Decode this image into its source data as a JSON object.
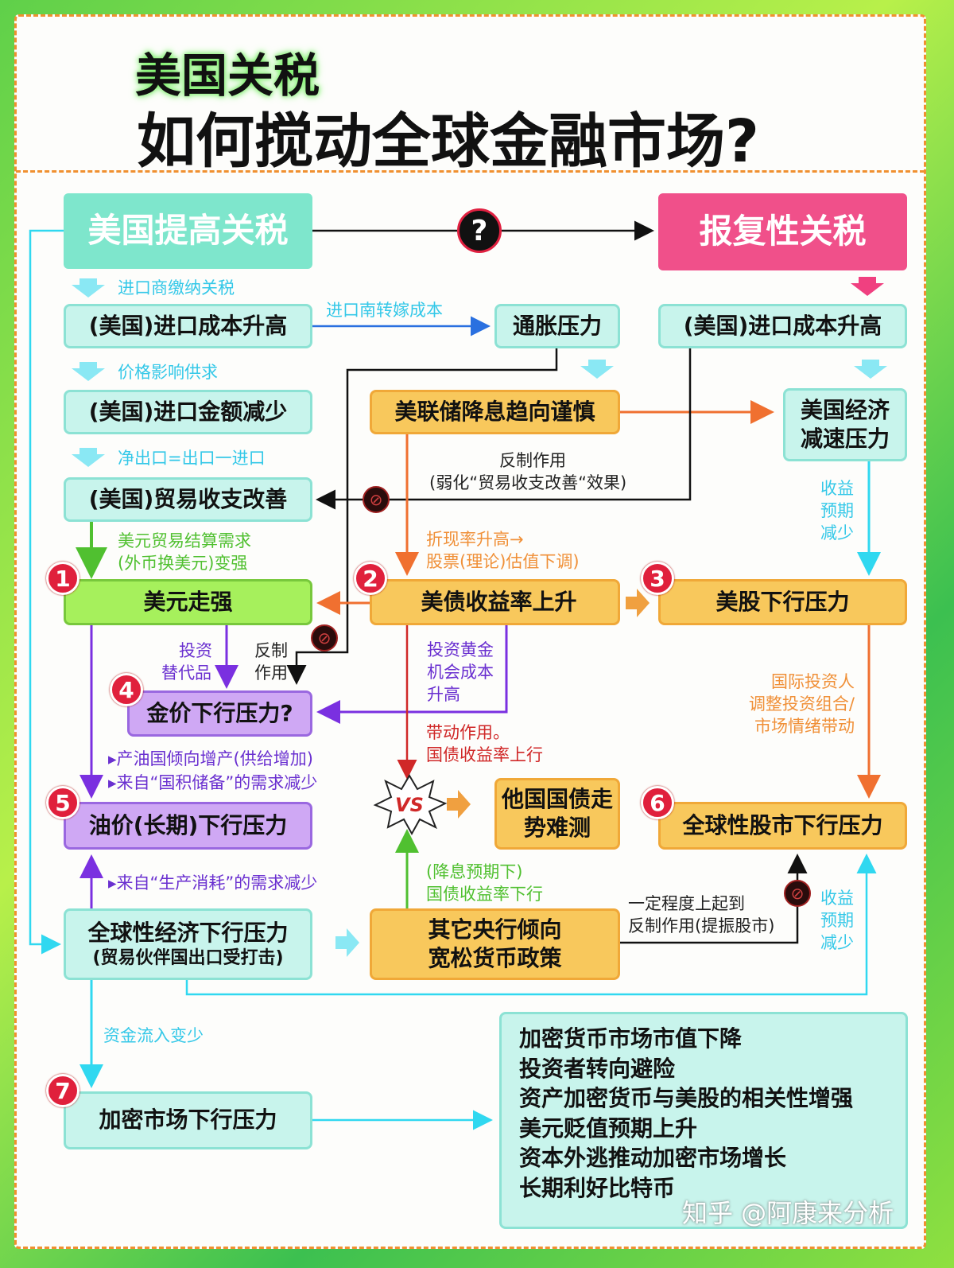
{
  "title": {
    "line1": "美国关税",
    "line2": "如何搅动全球金融市场?"
  },
  "nodes": {
    "us_raise": "美国提高关税",
    "question": "?",
    "retaliation": "报复性关税",
    "import_cost_left": "(美国)进口成本升高",
    "inflation": "通胀压力",
    "import_cost_right": "(美国)进口成本升高",
    "import_amount": "(美国)进口金额减少",
    "fed_cautious": "美联储降息趋向谨慎",
    "us_econ_slow": "美国经济减速压力",
    "trade_balance": "(美国)贸易收支改善",
    "usd_strong": "美元走强",
    "treasury_yield": "美债收益率上升",
    "us_stock": "美股下行压力",
    "gold": "金价下行压力?",
    "other_bonds": "他国国债走势难测",
    "oil": "油价(长期)下行压力",
    "global_stock": "全球性股市下行压力",
    "global_econ_l1": "全球性经济下行压力",
    "global_econ_l2": "(贸易伙伴国出口受打击)",
    "other_cb": "其它央行倾向宽松货币政策",
    "crypto": "加密市场下行压力",
    "vs": "VS"
  },
  "badges": [
    "1",
    "2",
    "3",
    "4",
    "5",
    "6",
    "7"
  ],
  "edge_labels": {
    "importer_pay": "进口商缴纳关税",
    "pass_cost": "进口南转嫁成本",
    "price_supply": "价格影响供求",
    "net_export": "净出口=出口一进口",
    "counter1_l1": "反制作用",
    "counter1_l2": "(弱化“贸易收支改善“效果)",
    "usd_demand_l1": "美元贸易结算需求",
    "usd_demand_l2": "(外币换美元)变强",
    "discount_l1": "折现率升高→",
    "discount_l2": "股票(理论)估值下调)",
    "earn1": [
      "收益",
      "预期",
      "减少"
    ],
    "substitute": [
      "投资",
      "替代品"
    ],
    "counter2": [
      "反制",
      "作用"
    ],
    "gold_cost": [
      "投资黄金",
      "机会成本",
      "升高"
    ],
    "investors": [
      "国际投资人",
      "调整投资组合/",
      "市场情绪带动"
    ],
    "drive_l1": "带动作用。",
    "drive_l2": "国债收益率上行",
    "oil_l1": "▸产油国倾向增产(供给增加)",
    "oil_l2": "▸来自“国积储备”的需求减少",
    "oil_l3": "▸来自“生产消耗”的需求减少",
    "cut_l1": "(降息预期下)",
    "cut_l2": "国债收益率下行",
    "counter3_l1": "一定程度上起到",
    "counter3_l2": "反制作用(提振股市)",
    "earn2": [
      "收益",
      "预期",
      "减少"
    ],
    "less_funds": "资金流入变少"
  },
  "crypto_effects": [
    "加密货币市场市值下降",
    "投资者转向避险",
    "资产加密货币与美股的相关性增强",
    "美元贬值预期上升",
    "资本外逃推动加密市场增长",
    "长期利好比特币"
  ],
  "watermark": "知乎 @阿康来分析",
  "colors": {
    "mint": "#c8f4ec",
    "orange": "#f8c85c",
    "lime": "#a6f05c",
    "purple": "#cfa8f4",
    "pink": "#f0508a",
    "badge": "#e0203c",
    "border": "#f09030"
  }
}
